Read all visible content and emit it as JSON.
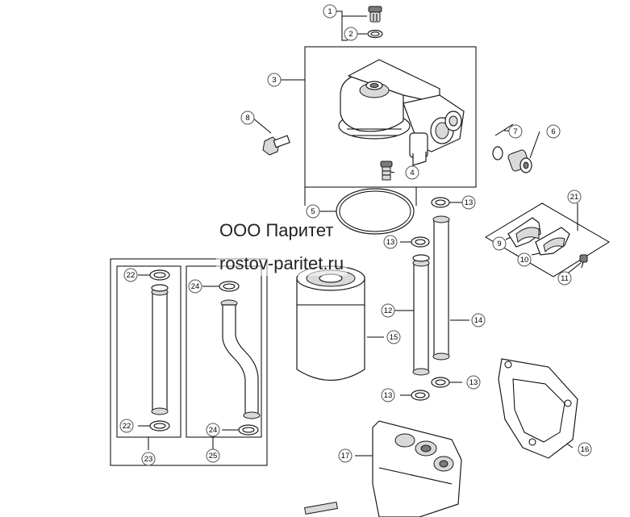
{
  "watermark": {
    "company": "ООО Паритет",
    "site": "rostov-paritet.ru"
  },
  "callouts": [
    {
      "id": "c1",
      "label": "1"
    },
    {
      "id": "c2",
      "label": "2"
    },
    {
      "id": "c3",
      "label": "3"
    },
    {
      "id": "c4",
      "label": "4"
    },
    {
      "id": "c5",
      "label": "5"
    },
    {
      "id": "c6",
      "label": "6"
    },
    {
      "id": "c7",
      "label": "7"
    },
    {
      "id": "c8",
      "label": "8"
    },
    {
      "id": "c9",
      "label": "9"
    },
    {
      "id": "c10",
      "label": "10"
    },
    {
      "id": "c11",
      "label": "11"
    },
    {
      "id": "c12",
      "label": "12"
    },
    {
      "id": "c13a",
      "label": "13"
    },
    {
      "id": "c13b",
      "label": "13"
    },
    {
      "id": "c13c",
      "label": "13"
    },
    {
      "id": "c13d",
      "label": "13"
    },
    {
      "id": "c14",
      "label": "14"
    },
    {
      "id": "c15",
      "label": "15"
    },
    {
      "id": "c16",
      "label": "16"
    },
    {
      "id": "c17",
      "label": "17"
    },
    {
      "id": "c21",
      "label": "21"
    },
    {
      "id": "c22a",
      "label": "22"
    },
    {
      "id": "c22b",
      "label": "22"
    },
    {
      "id": "c23",
      "label": "23"
    },
    {
      "id": "c24a",
      "label": "24"
    },
    {
      "id": "c24b",
      "label": "24"
    },
    {
      "id": "c25",
      "label": "25"
    }
  ]
}
